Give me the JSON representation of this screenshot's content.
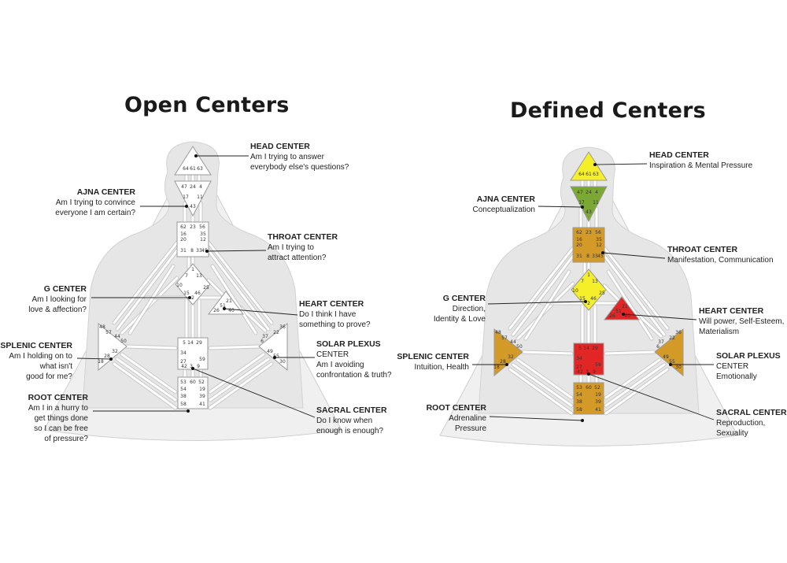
{
  "open": {
    "title": "Open Centers",
    "labels": {
      "head": [
        "HEAD CENTER",
        "Am I trying to answer",
        "everybody else's questions?"
      ],
      "ajna": [
        "AJNA CENTER",
        "Am I trying to convince",
        "everyone I am certain?"
      ],
      "throat": [
        "THROAT CENTER",
        "Am I trying to",
        "attract attention?"
      ],
      "g": [
        "G CENTER",
        "Am I looking for",
        "love & affection?"
      ],
      "heart": [
        "HEART CENTER",
        "Do I think I have",
        "something to prove?"
      ],
      "splenic": [
        "SPLENIC CENTER",
        "Am I holding on to",
        "what isn't",
        "good for me?"
      ],
      "solar": [
        "SOLAR PLEXUS",
        "CENTER",
        "Am I avoiding",
        "confrontation & truth?"
      ],
      "root": [
        "ROOT CENTER",
        "Am I in a hurry to",
        "get things done",
        "so I  can be free",
        "of pressure?"
      ],
      "sacral": [
        "SACRAL CENTER",
        "Do I know when",
        "enough is enough?"
      ]
    }
  },
  "defined": {
    "title": "Defined Centers",
    "labels": {
      "head": [
        "HEAD CENTER",
        "Inspiration & Mental Pressure"
      ],
      "ajna": [
        "AJNA CENTER",
        "Conceptualization"
      ],
      "throat": [
        "THROAT CENTER",
        "Manifestation, Communication"
      ],
      "g": [
        "G CENTER",
        "Direction,",
        "Identity & Love"
      ],
      "heart": [
        "HEART CENTER",
        "Will power, Self-Esteem,",
        "Materialism"
      ],
      "splenic": [
        "SPLENIC CENTER",
        "Intuition, Health"
      ],
      "solar": [
        "SOLAR PLEXUS",
        "CENTER",
        "Emotionally"
      ],
      "root": [
        "ROOT CENTER",
        "Adrenaline",
        "Pressure"
      ],
      "sacral": [
        "SACRAL CENTER",
        "Reproduction,",
        "Sexuality"
      ]
    },
    "colors": {
      "head": "#f5ef2a",
      "ajna": "#7aa832",
      "throat": "#d49a28",
      "g": "#f5ef2a",
      "heart": "#e22626",
      "splenic": "#d49a28",
      "solar": "#d49a28",
      "sacral": "#e22626",
      "root": "#d49a28"
    }
  },
  "gates": {
    "head": [
      "64",
      "61",
      "63"
    ],
    "ajna": [
      "47",
      "24",
      "4",
      "17",
      "11",
      "43"
    ],
    "throat": [
      "62",
      "23",
      "56",
      "16",
      "35",
      "20",
      "12",
      "31",
      "8",
      "33",
      "45"
    ],
    "g": [
      "1",
      "7",
      "13",
      "10",
      "25",
      "15",
      "46",
      "2"
    ],
    "heart": [
      "21",
      "51",
      "26",
      "40"
    ],
    "splenic": [
      "48",
      "57",
      "44",
      "50",
      "32",
      "28",
      "18"
    ],
    "solar": [
      "36",
      "22",
      "37",
      "6",
      "49",
      "55",
      "30"
    ],
    "sacral": [
      "5",
      "14",
      "29",
      "34",
      "59",
      "27",
      "42",
      "3",
      "9"
    ],
    "root": [
      "53",
      "60",
      "52",
      "54",
      "19",
      "38",
      "39",
      "58",
      "41"
    ]
  },
  "open_color": "#ffffff",
  "body_color": "#e6e6e6",
  "channel_color": "#ffffff"
}
